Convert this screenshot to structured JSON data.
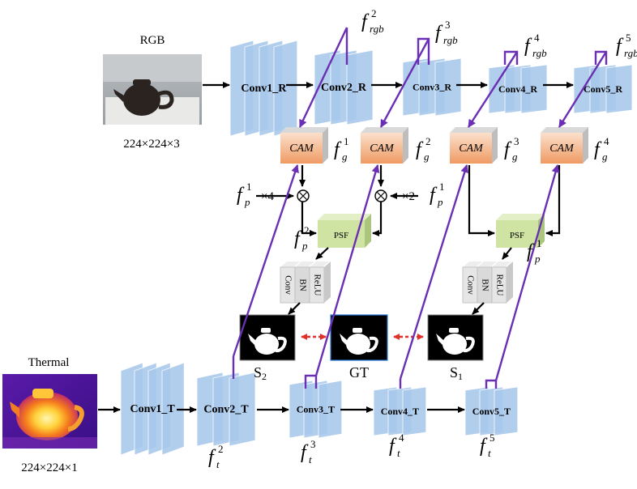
{
  "rgb": {
    "title": "RGB",
    "size": "224×224×3"
  },
  "thermal": {
    "title": "Thermal",
    "size": "224×224×1"
  },
  "rgb_blocks": [
    "Conv1_R",
    "Conv2_R",
    "Conv3_R",
    "Conv4_R",
    "Conv5_R"
  ],
  "thermal_blocks": [
    "Conv1_T",
    "Conv2_T",
    "Conv3_T",
    "Conv4_T",
    "Conv5_T"
  ],
  "cam_label": "CAM",
  "psf_label": "PSF",
  "head_layers": [
    "Conv",
    "BN",
    "ReLU"
  ],
  "outputs": {
    "s2": "S",
    "s2_sub": "2",
    "gt": "GT",
    "s1": "S",
    "s1_sub": "1"
  },
  "features": {
    "f": "f",
    "rgb_sub": "rgb",
    "g_sub": "g",
    "p_sub": "p",
    "t_sub": "t",
    "rgb_ids": [
      "2",
      "3",
      "4",
      "5"
    ],
    "g_ids": [
      "1",
      "2",
      "3",
      "4"
    ],
    "t_ids": [
      "2",
      "3",
      "4",
      "5"
    ],
    "p_ids": [
      "1",
      "1",
      "2",
      "1"
    ]
  },
  "scales": {
    "x4": "×4",
    "x2": "×2"
  },
  "colors": {
    "conv_block": "#a9c9ec",
    "cam_block": "#f1a373",
    "psf_block": "#cfe3a2",
    "skip_line": "#6a2fb2",
    "supervision": "#e0302c"
  }
}
